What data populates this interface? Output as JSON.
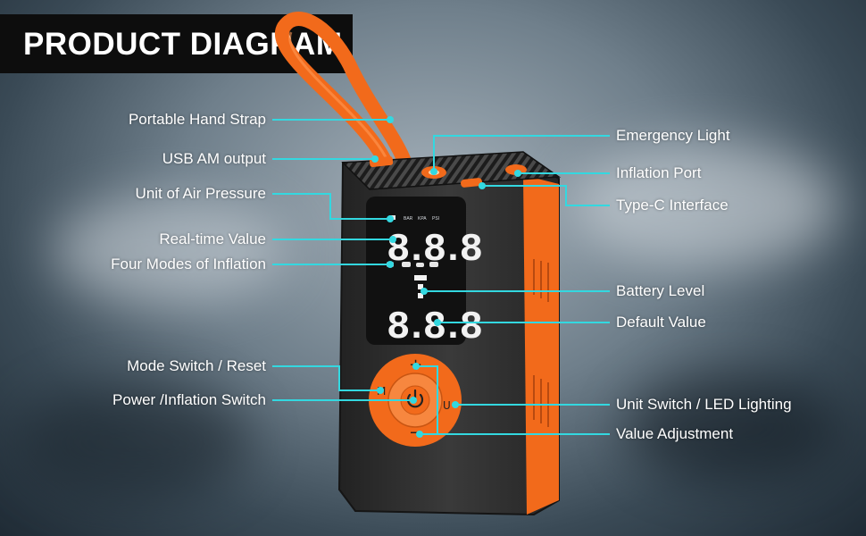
{
  "title": "PRODUCT DIAGRAM",
  "colors": {
    "accent": "#f26a1b",
    "leader_line": "#33d8e0",
    "device_body": "#2b2b2b",
    "screen": "#111111",
    "banner": "#0d0d0d"
  },
  "display": {
    "top_value": "8.8.8",
    "bottom_value": "8.8.8"
  },
  "buttons": {
    "plus": "+",
    "minus": "−",
    "mode": "M",
    "unit": "U"
  },
  "labels_left": [
    "Portable Hand Strap",
    "USB AM output",
    "Unit of Air Pressure",
    "Real-time Value",
    "Four Modes of Inflation",
    "Mode Switch / Reset",
    "Power /Inflation Switch"
  ],
  "labels_right": [
    "Emergency Light",
    "Inflation Port",
    "Type-C Interface",
    "Battery Level",
    "Default Value",
    "Unit Switch / LED Lighting",
    "Value Adjustment"
  ]
}
